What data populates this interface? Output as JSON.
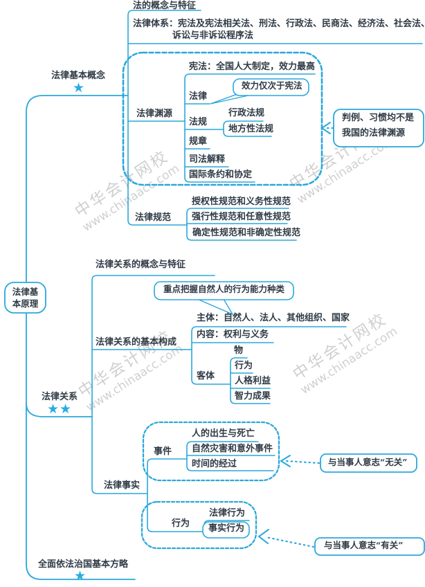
{
  "colors": {
    "line": "#2aa7dc",
    "text": "#2f3a45",
    "star": "#29abe2"
  },
  "root": {
    "line1": "法律基",
    "line2": "本原理"
  },
  "branches": {
    "concept": {
      "label": "法律基本概念",
      "stars": "★"
    },
    "relation": {
      "label": "法律关系",
      "stars": "★★"
    },
    "strategy": {
      "label": "全面依法治国基本方略",
      "stars": "★"
    }
  },
  "concept_children": {
    "definition": "法的概念与特征",
    "system_line1": "法律体系：宪法及宪法相关法、刑法、行政法、民商法、经济法、社会法、",
    "system_line2": "诉讼与非诉讼程序法",
    "sources": {
      "label": "法律渊源",
      "constitution": "宪法：全国人大制定，效力最高",
      "law": "法律",
      "law_note": "效力仅次于宪法",
      "regulation": "法规",
      "admin_reg": "行政法规",
      "local_reg": "地方性法规",
      "rules": "规章",
      "judicial": "司法解释",
      "intl": "国际条约和协定",
      "side_note_line1": "判例、习惯均不是",
      "side_note_line2": "我国的法律渊源"
    },
    "norms": {
      "label": "法律规范",
      "n1": "授权性规范和义务性规范",
      "n2": "强行性规范和任意性规范",
      "n3": "确定性规范和非确定性规范"
    }
  },
  "relation_children": {
    "feature": "法律关系的概念与特征",
    "capacity_note": "重点把握自然人的行为能力种类",
    "composition": {
      "label": "法律关系的基本构成",
      "subject": "主体：自然人、法人、其他组织、国家",
      "content": "内容：权利与义务",
      "object": {
        "label": "客体",
        "o1": "物",
        "o2": "行为",
        "o3": "人格利益",
        "o4": "智力成果"
      }
    },
    "facts": {
      "label": "法律事实",
      "event": {
        "label": "事件",
        "e1": "人的出生与死亡",
        "e2": "自然灾害和意外事件",
        "e3": "时间的经过",
        "note": "与当事人意志“无关”"
      },
      "act": {
        "label": "行为",
        "a1": "法律行为",
        "a2": "事实行为",
        "note": "与当事人意志“有关”"
      }
    }
  },
  "watermark": {
    "cn": "中华会计网校",
    "url": "www.chinaacc.com"
  }
}
